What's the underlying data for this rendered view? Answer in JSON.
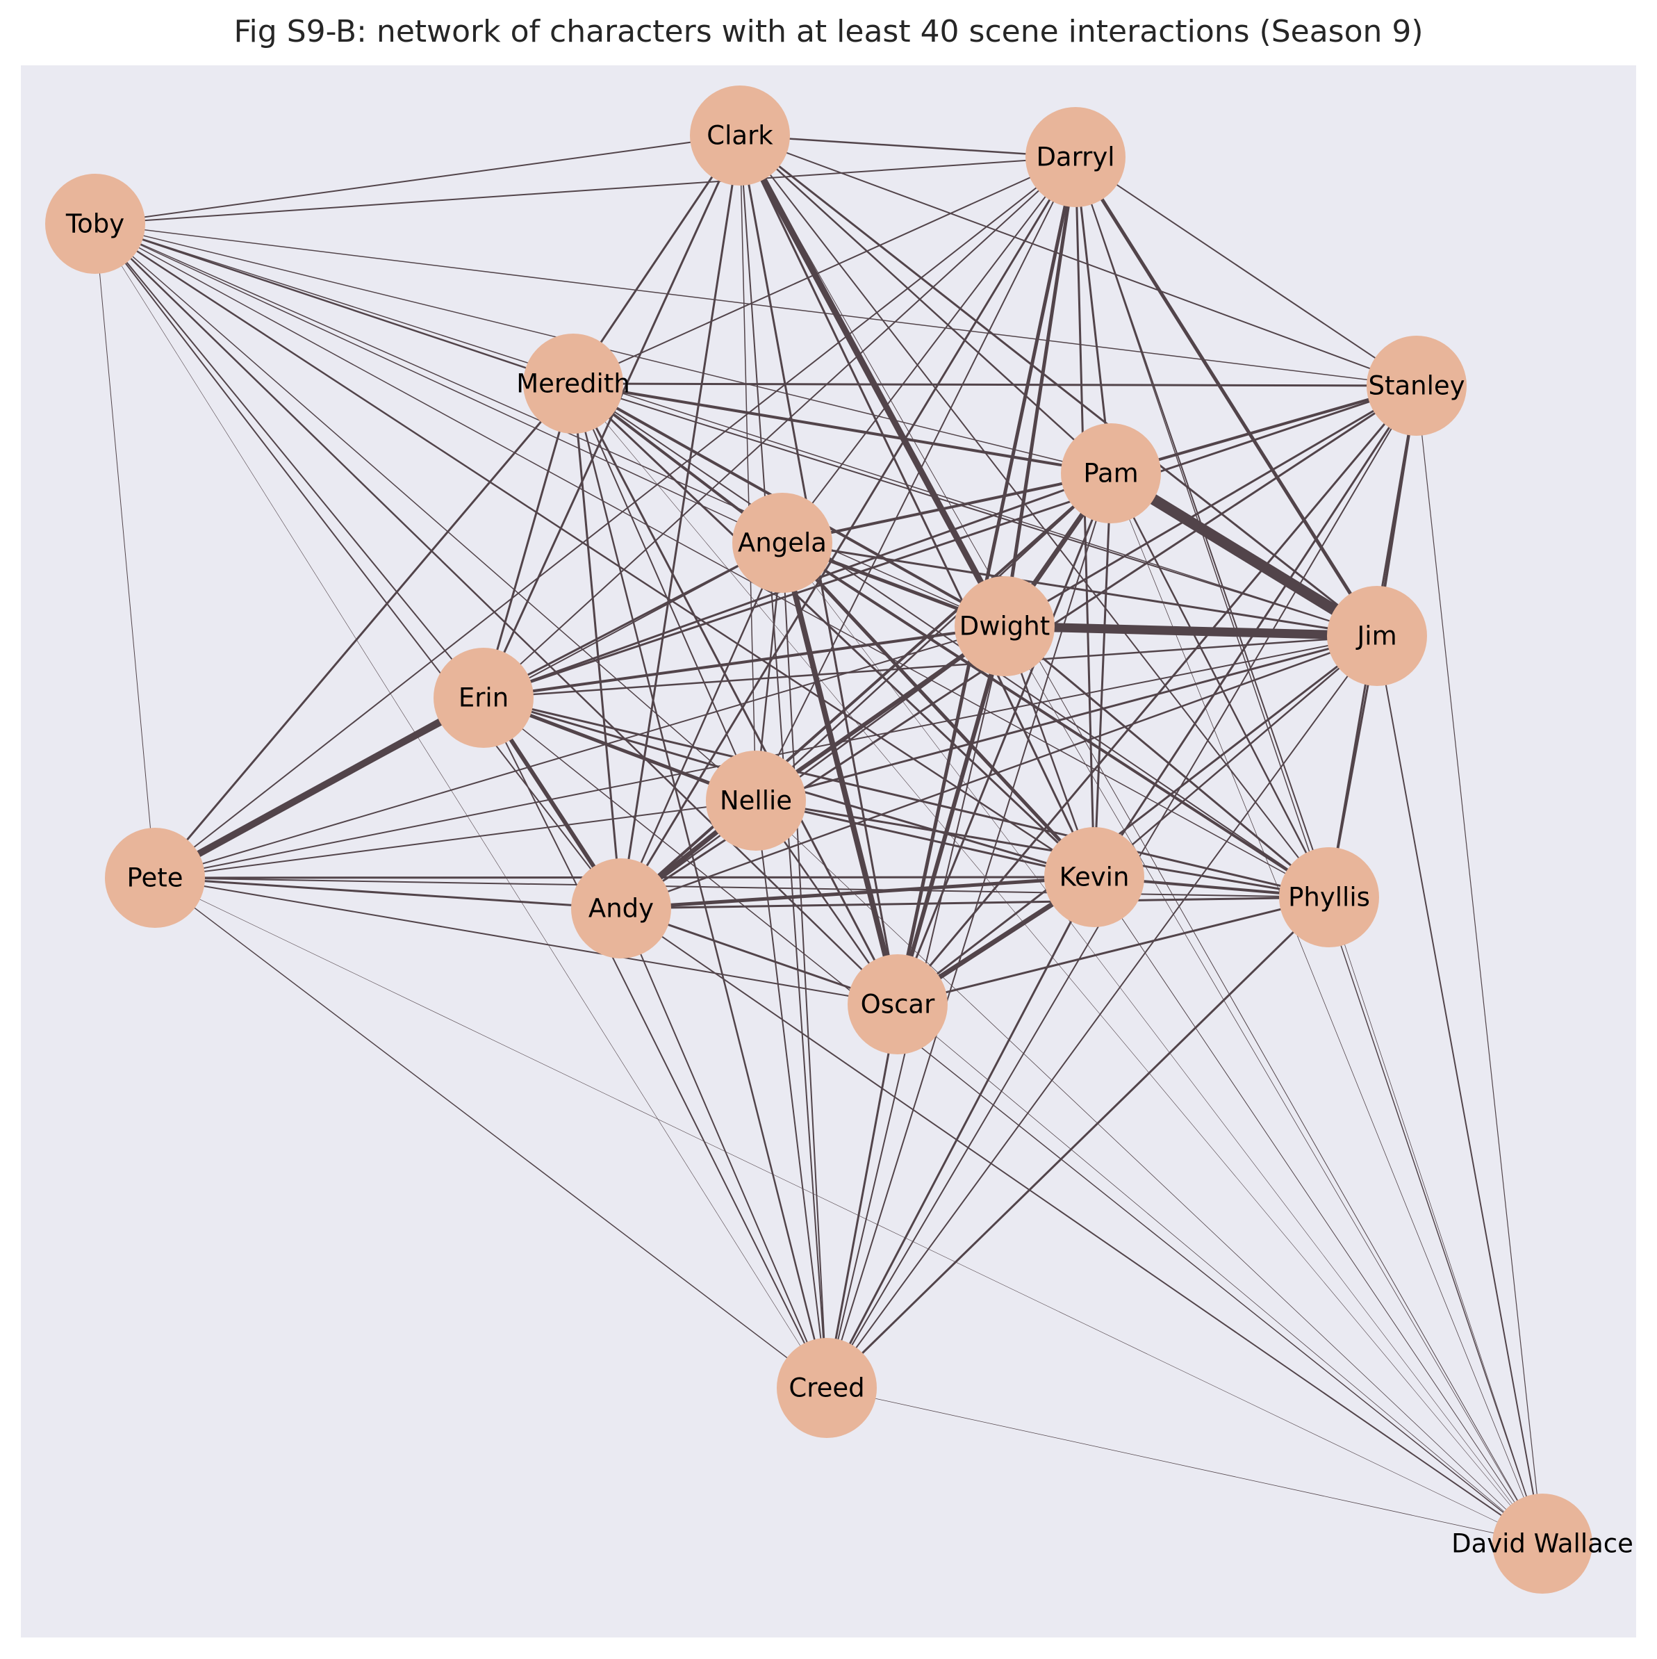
{
  "title": "Fig S9-B: network of characters with at least 40 scene interactions (Season 9)",
  "colors": {
    "background": "#eaeaf2",
    "node": "#e8b59a",
    "edge": "#52444a",
    "text": "#000000"
  },
  "nodes": [
    {
      "id": "Clark",
      "label": "Clark"
    },
    {
      "id": "Darryl",
      "label": "Darryl"
    },
    {
      "id": "Toby",
      "label": "Toby"
    },
    {
      "id": "Meredith",
      "label": "Meredith"
    },
    {
      "id": "Stanley",
      "label": "Stanley"
    },
    {
      "id": "Pam",
      "label": "Pam"
    },
    {
      "id": "Angela",
      "label": "Angela"
    },
    {
      "id": "Dwight",
      "label": "Dwight"
    },
    {
      "id": "Jim",
      "label": "Jim"
    },
    {
      "id": "Erin",
      "label": "Erin"
    },
    {
      "id": "Nellie",
      "label": "Nellie"
    },
    {
      "id": "Pete",
      "label": "Pete"
    },
    {
      "id": "Kevin",
      "label": "Kevin"
    },
    {
      "id": "Andy",
      "label": "Andy"
    },
    {
      "id": "Phyllis",
      "label": "Phyllis"
    },
    {
      "id": "Oscar",
      "label": "Oscar"
    },
    {
      "id": "Creed",
      "label": "Creed"
    },
    {
      "id": "David Wallace",
      "label": "David Wallace"
    }
  ],
  "edges": [
    [
      "Pam",
      "Jim",
      16
    ],
    [
      "Dwight",
      "Jim",
      13
    ],
    [
      "Erin",
      "Pete",
      10
    ],
    [
      "Clark",
      "Dwight",
      9
    ],
    [
      "Angela",
      "Oscar",
      8
    ],
    [
      "Pam",
      "Dwight",
      7
    ],
    [
      "Andy",
      "Nellie",
      7
    ],
    [
      "Dwight",
      "Oscar",
      6
    ],
    [
      "Oscar",
      "Kevin",
      7
    ],
    [
      "Darryl",
      "Oscar",
      5
    ],
    [
      "Darryl",
      "Dwight",
      5
    ],
    [
      "Erin",
      "Andy",
      6
    ],
    [
      "Angela",
      "Kevin",
      5
    ],
    [
      "Dwight",
      "Nellie",
      6
    ],
    [
      "Darryl",
      "Jim",
      5
    ],
    [
      "Angela",
      "Dwight",
      5
    ],
    [
      "Meredith",
      "Pam",
      4
    ],
    [
      "Meredith",
      "Dwight",
      4
    ],
    [
      "Meredith",
      "Angela",
      4
    ],
    [
      "Angela",
      "Pam",
      4
    ],
    [
      "Erin",
      "Nellie",
      5
    ],
    [
      "Erin",
      "Dwight",
      4
    ],
    [
      "Andy",
      "Kevin",
      5
    ],
    [
      "Kevin",
      "Phyllis",
      4
    ],
    [
      "Stanley",
      "Jim",
      4
    ],
    [
      "Angela",
      "Phyllis",
      4
    ],
    [
      "Pam",
      "Andy",
      4
    ],
    [
      "Stanley",
      "Pam",
      4
    ],
    [
      "Pete",
      "Meredith",
      3
    ],
    [
      "Pete",
      "Andy",
      3
    ],
    [
      "Pete",
      "Kevin",
      3
    ],
    [
      "Erin",
      "Kevin",
      3
    ],
    [
      "Erin",
      "Phyllis",
      3
    ],
    [
      "Oscar",
      "Phyllis",
      3
    ],
    [
      "Dwight",
      "Phyllis",
      3
    ],
    [
      "Jim",
      "Phyllis",
      3
    ],
    [
      "Clark",
      "Jim",
      3
    ],
    [
      "Clark",
      "Meredith",
      3
    ],
    [
      "Meredith",
      "Stanley",
      3
    ],
    [
      "Darryl",
      "Pam",
      3
    ],
    [
      "Darryl",
      "Kevin",
      3
    ],
    [
      "Darryl",
      "Andy",
      3
    ],
    [
      "Angela",
      "Jim",
      3
    ],
    [
      "Angela",
      "Erin",
      3
    ],
    [
      "Nellie",
      "Kevin",
      3
    ],
    [
      "Nellie",
      "Phyllis",
      3
    ],
    [
      "Nellie",
      "Jim",
      3
    ],
    [
      "Andy",
      "Phyllis",
      3
    ],
    [
      "Andy",
      "Oscar",
      3
    ],
    [
      "Oscar",
      "Pam",
      3
    ],
    [
      "Oscar",
      "Jim",
      3
    ],
    [
      "Kevin",
      "Pam",
      3
    ],
    [
      "Erin",
      "Pam",
      3
    ],
    [
      "Erin",
      "Stanley",
      3
    ],
    [
      "Clark",
      "Oscar",
      3
    ],
    [
      "Clark",
      "Kevin",
      3
    ],
    [
      "Clark",
      "Andy",
      3
    ],
    [
      "Clark",
      "Erin",
      3
    ],
    [
      "Meredith",
      "Erin",
      3
    ],
    [
      "Meredith",
      "Andy",
      3
    ],
    [
      "Meredith",
      "Kevin",
      3
    ],
    [
      "Meredith",
      "Oscar",
      3
    ],
    [
      "Stanley",
      "Andy",
      3
    ],
    [
      "Stanley",
      "Dwight",
      3
    ],
    [
      "Stanley",
      "Kevin",
      3
    ],
    [
      "Stanley",
      "Phyllis",
      3
    ],
    [
      "Stanley",
      "Oscar",
      3
    ],
    [
      "Toby",
      "Meredith",
      2.5
    ],
    [
      "Toby",
      "Kevin",
      2.5
    ],
    [
      "Toby",
      "Oscar",
      2.5
    ],
    [
      "Toby",
      "Erin",
      2
    ],
    [
      "Toby",
      "Andy",
      2
    ],
    [
      "Toby",
      "Clark",
      2
    ],
    [
      "Pete",
      "Oscar",
      2
    ],
    [
      "Pete",
      "Nellie",
      2
    ],
    [
      "Pete",
      "Jim",
      2
    ],
    [
      "Pete",
      "Phyllis",
      2
    ],
    [
      "Pete",
      "Dwight",
      2
    ],
    [
      "Pete",
      "Angela",
      2
    ],
    [
      "Pete",
      "Darryl",
      2
    ],
    [
      "Creed",
      "Oscar",
      3
    ],
    [
      "Creed",
      "Kevin",
      3
    ],
    [
      "Creed",
      "Phyllis",
      3
    ],
    [
      "Creed",
      "Meredith",
      2.5
    ],
    [
      "Creed",
      "Clark",
      2
    ],
    [
      "Creed",
      "Dwight",
      2
    ],
    [
      "Creed",
      "Angela",
      2
    ],
    [
      "Creed",
      "Nellie",
      2
    ],
    [
      "Creed",
      "Andy",
      2
    ],
    [
      "Creed",
      "Erin",
      2
    ],
    [
      "Creed",
      "Pam",
      2
    ],
    [
      "Creed",
      "Jim",
      2
    ],
    [
      "Creed",
      "Stanley",
      2
    ],
    [
      "Clark",
      "Darryl",
      2.5
    ],
    [
      "Clark",
      "Pam",
      2.5
    ],
    [
      "Clark",
      "Stanley",
      2
    ],
    [
      "Clark",
      "Phyllis",
      2
    ],
    [
      "Clark",
      "Nellie",
      1.5
    ],
    [
      "Darryl",
      "Erin",
      2
    ],
    [
      "Darryl",
      "Meredith",
      2
    ],
    [
      "Darryl",
      "Nellie",
      2
    ],
    [
      "Darryl",
      "Phyllis",
      2
    ],
    [
      "Darryl",
      "Stanley",
      2
    ],
    [
      "Darryl",
      "Angela",
      2
    ],
    [
      "Toby",
      "Darryl",
      2
    ],
    [
      "Toby",
      "Stanley",
      1.5
    ],
    [
      "Toby",
      "Pam",
      1.5
    ],
    [
      "Toby",
      "Dwight",
      1.5
    ],
    [
      "Toby",
      "Phyllis",
      1.5
    ],
    [
      "Toby",
      "Jim",
      1.5
    ],
    [
      "Toby",
      "Angela",
      1.5
    ],
    [
      "Toby",
      "Nellie",
      1.5
    ],
    [
      "Toby",
      "Pete",
      1
    ],
    [
      "Toby",
      "Creed",
      0.6
    ],
    [
      "Angela",
      "Nellie",
      2.5
    ],
    [
      "Angela",
      "Andy",
      2.5
    ],
    [
      "Dwight",
      "Kevin",
      2.5
    ],
    [
      "Dwight",
      "Andy",
      2.5
    ],
    [
      "Jim",
      "Kevin",
      2.5
    ],
    [
      "Jim",
      "Andy",
      2.5
    ],
    [
      "Jim",
      "Erin",
      2.5
    ],
    [
      "Jim",
      "Meredith",
      2
    ],
    [
      "Pam",
      "Nellie",
      2.5
    ],
    [
      "Pam",
      "Phyllis",
      2.5
    ],
    [
      "Nellie",
      "Oscar",
      2.5
    ],
    [
      "Nellie",
      "Meredith",
      2
    ],
    [
      "Phyllis",
      "Meredith",
      2
    ],
    [
      "Andy",
      "Oscar",
      2
    ],
    [
      "Pete",
      "Creed",
      1.5
    ],
    [
      "Pete",
      "David Wallace",
      0.6
    ],
    [
      "David Wallace",
      "Jim",
      2
    ],
    [
      "David Wallace",
      "Andy",
      2
    ],
    [
      "David Wallace",
      "Darryl",
      1.5
    ],
    [
      "David Wallace",
      "Erin",
      1.5
    ],
    [
      "David Wallace",
      "Stanley",
      1.2
    ],
    [
      "David Wallace",
      "Clark",
      1
    ],
    [
      "David Wallace",
      "Kevin",
      1
    ],
    [
      "David Wallace",
      "Nellie",
      0.8
    ],
    [
      "David Wallace",
      "Creed",
      0.8
    ],
    [
      "David Wallace",
      "Oscar",
      0.8
    ],
    [
      "David Wallace",
      "Pam",
      0.8
    ],
    [
      "David Wallace",
      "Dwight",
      0.8
    ],
    [
      "David Wallace",
      "Phyllis",
      0.8
    ],
    [
      "David Wallace",
      "Meredith",
      0.6
    ],
    [
      "David Wallace",
      "Angela",
      0.6
    ]
  ]
}
